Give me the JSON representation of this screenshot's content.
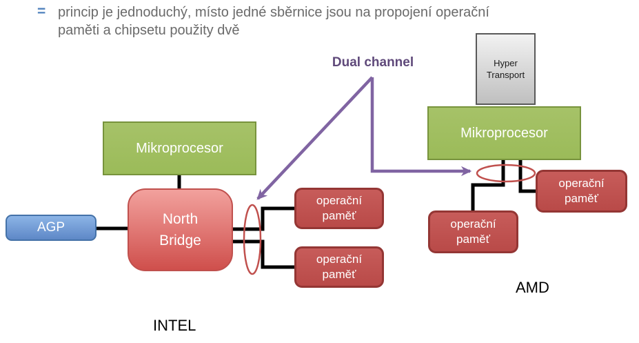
{
  "bullet": {
    "marker": "=",
    "text": "princip je jednoduchý, místo jedné sběrnice jsou na propojení operační paměti a chipsetu použity dvě"
  },
  "dual_channel": {
    "label": "Dual channel"
  },
  "intel": {
    "cpu_label": "Mikroprocesor",
    "north_bridge_label": "North Bridge",
    "agp_label": "AGP",
    "memory1_label": "operační paměť",
    "memory2_label": "operační paměť",
    "caption": "INTEL"
  },
  "amd": {
    "hyper_transport_label": "Hyper Transport",
    "cpu_label": "Mikroprocesor",
    "memory1_label": "operační paměť",
    "memory2_label": "operační paměť",
    "caption": "AMD"
  },
  "colors": {
    "text_gray": "#6a6a6a",
    "accent_blue": "#4f81bd",
    "purple_label": "#5f497a",
    "purple_arrow": "#8064a2",
    "green_fill": "#9bbb59",
    "green_border": "#77933c",
    "red_fill_top": "#c75c5a",
    "red_fill_bottom": "#b94a48",
    "red_border": "#943634",
    "nb_top": "#f2a19d",
    "nb_bottom": "#cf4f4c",
    "agp_top": "#8cb4e6",
    "agp_bottom": "#5e88c7",
    "agp_border": "#4472a8",
    "gray_top": "#f2f2f2",
    "gray_bottom": "#bfbfbf",
    "gray_border": "#595959",
    "wire_black": "#000000",
    "ellipse_red": "#c0504d"
  }
}
